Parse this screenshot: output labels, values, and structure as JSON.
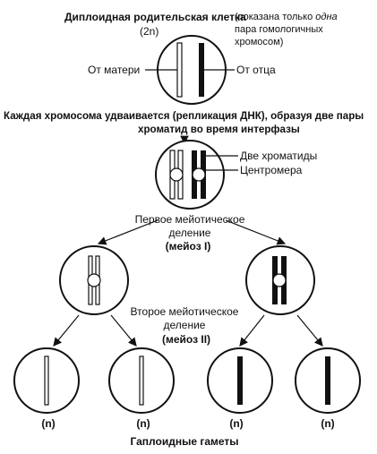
{
  "title": "Диплоидная  родительская клетка",
  "title_2n": "(2n)",
  "note_line1_pre": "(показана только ",
  "note_line1_italic": "одна",
  "note_line2": "пара гомологичных",
  "note_line3": "хромосом)",
  "from_mother": "От матери",
  "from_father": "От отца",
  "replication_line1": "Каждая хромосома удваивается (репликация ДНК), образуя две пары",
  "replication_line2": "хроматид во время интерфазы",
  "two_chromatids": "Две хроматиды",
  "centromere": "Центромера",
  "meiosis1_line1": "Первое мейотическое",
  "meiosis1_line2": "деление",
  "meiosis1_line3": "(мейоз I)",
  "meiosis2_line1": "Второе мейотическое",
  "meiosis2_line2": "деление",
  "meiosis2_line3": "(мейоз II)",
  "haploid_labels": [
    "(n)",
    "(n)",
    "(n)",
    "(n)"
  ],
  "footer": "Гаплоидные гаметы"
}
